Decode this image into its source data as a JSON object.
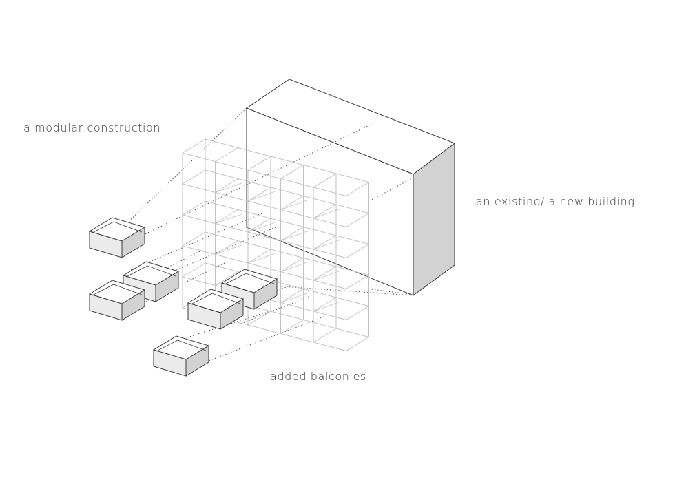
{
  "labels": {
    "modular": "a modular construction",
    "building": "an existing/ a new building",
    "balconies": "added balconies"
  },
  "colors": {
    "line": "#3a3a3a",
    "grid": "#c2c2c2",
    "shade_light": "#ebebeb",
    "shade_dark": "#d2d2d2"
  }
}
